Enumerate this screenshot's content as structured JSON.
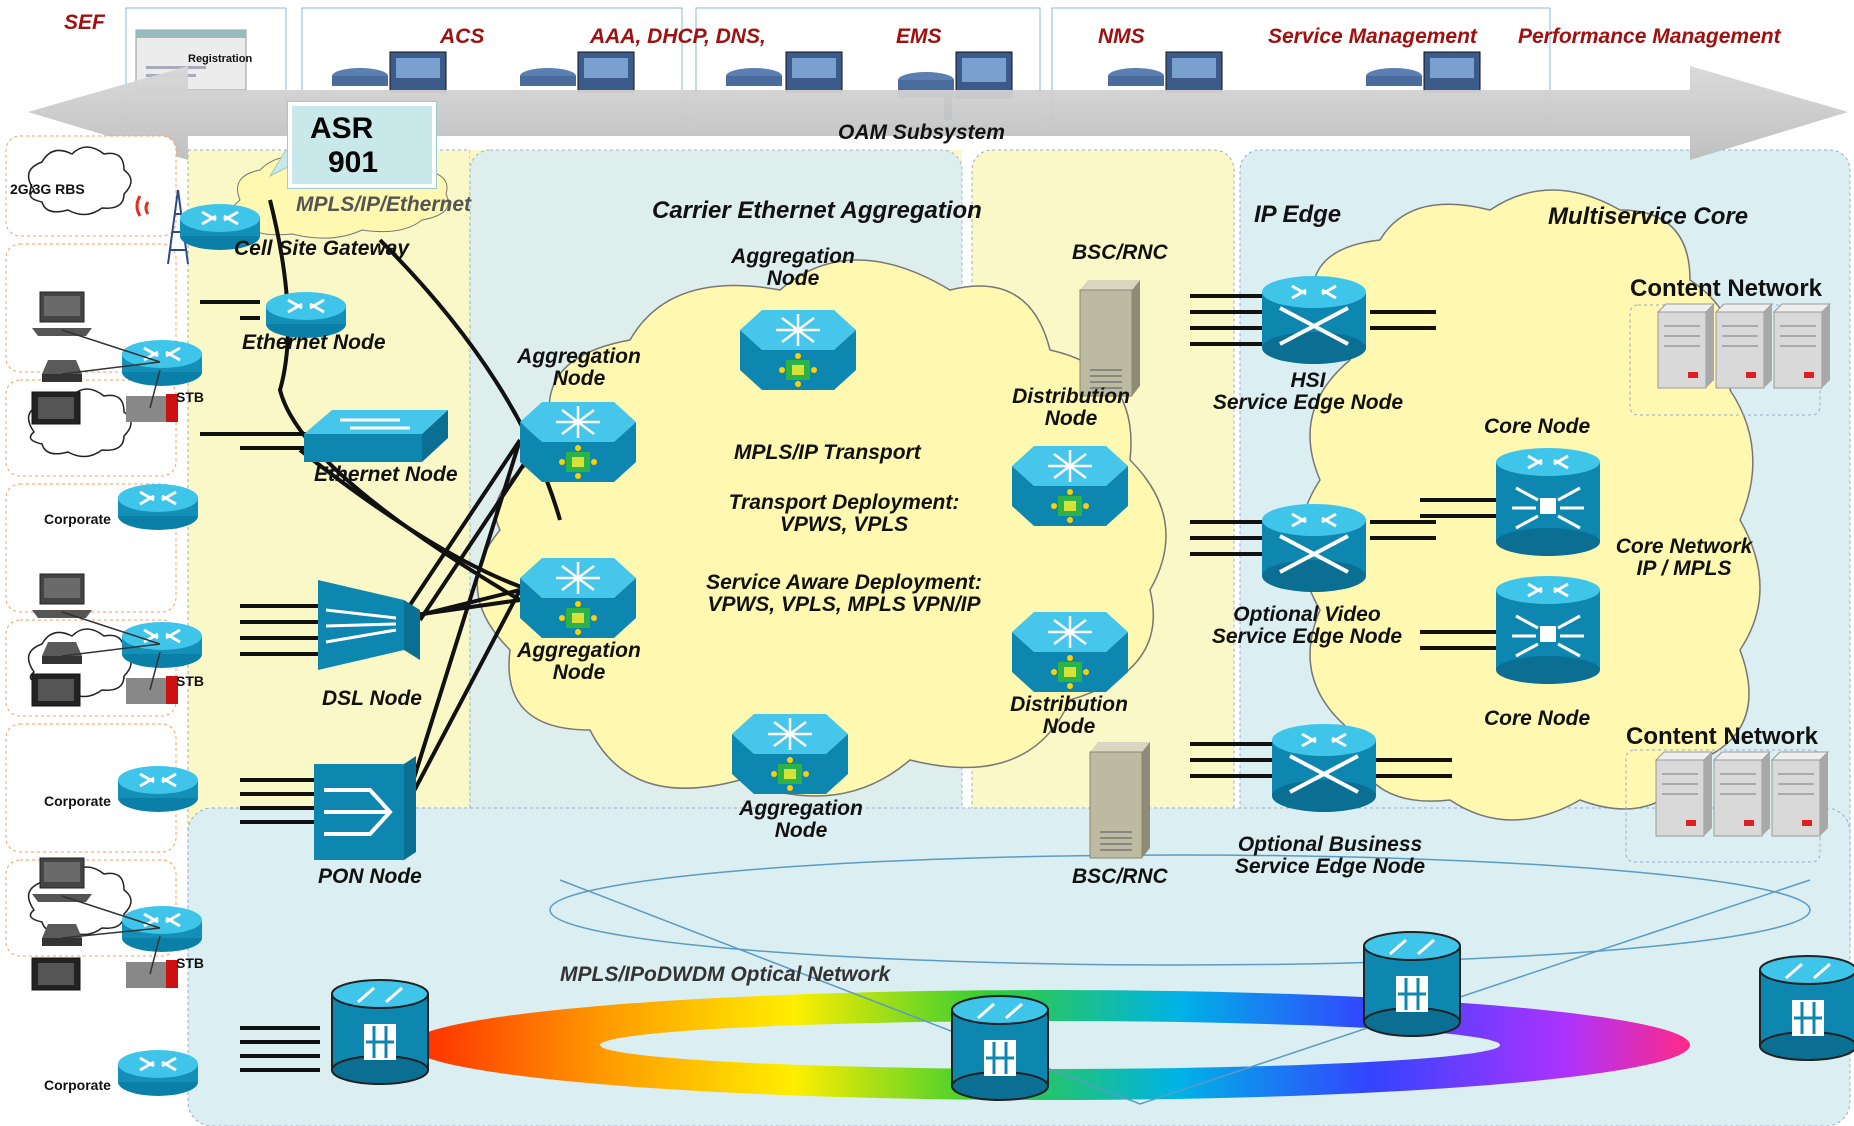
{
  "top_bar": {
    "sef": "SEF",
    "acs": "ACS",
    "aaa": "AAA, DHCP, DNS,",
    "ems": "EMS",
    "nms": "NMS",
    "service_mgmt": "Service Management",
    "perf_mgmt": "Performance Management",
    "oam": "OAM Subsystem",
    "registration": "Registration"
  },
  "callout": {
    "line1": "ASR",
    "line2": "901"
  },
  "access": {
    "rbs": "2G/3G RBS",
    "mpls_ip_eth": "MPLS/IP/Ethernet",
    "csg": "Cell Site Gateway",
    "ethernet_node_1": "Ethernet Node",
    "ethernet_node_2": "Ethernet  Node",
    "dsl_node": "DSL Node",
    "pon_node": "PON Node",
    "stb": "STB",
    "corporate": "Corporate"
  },
  "aggregation": {
    "section": "Carrier Ethernet Aggregation",
    "agg_node_top_1": "Aggregation",
    "agg_node_top_2": "Node",
    "agg_node_left_1": "Aggregation",
    "agg_node_left_2": "Node",
    "agg_node_low_1": "Aggregation",
    "agg_node_low_2": "Node",
    "agg_node_bottom_1": "Aggregation",
    "agg_node_bottom_2": "Node",
    "transport": "MPLS/IP Transport",
    "transport_dep_1": "Transport Deployment:",
    "transport_dep_2": "VPWS, VPLS",
    "service_dep_1": "Service Aware Deployment:",
    "service_dep_2": "VPWS, VPLS,  MPLS VPN/IP",
    "bsc_top": "BSC/RNC",
    "bsc_bottom": "BSC/RNC",
    "dist_1a": "Distribution",
    "dist_1b": "Node",
    "dist_2a": "Distribution",
    "dist_2b": "Node"
  },
  "ip_edge": {
    "section": "IP Edge",
    "hsi_1": "HSI",
    "hsi_2": "Service Edge Node",
    "video_1": "Optional Video",
    "video_2": "Service Edge Node",
    "business_1": "Optional Business",
    "business_2": "Service Edge Node"
  },
  "core": {
    "section": "Multiservice Core",
    "content_network_1": "Content Network",
    "content_network_2": "Content Network",
    "core_node_1": "Core Node",
    "core_node_2": "Core Node",
    "core_network_1": "Core Network",
    "core_network_2": "IP / MPLS"
  },
  "optical": {
    "label": "MPLS/IPoDWDM Optical Network"
  },
  "colors": {
    "label_red": "#a01010",
    "band_yellow": "#fbf8c8",
    "band_blue": "#dbeef1",
    "device_blue": "#1aa3c8",
    "cloud_yellow": "#fff8b0"
  }
}
